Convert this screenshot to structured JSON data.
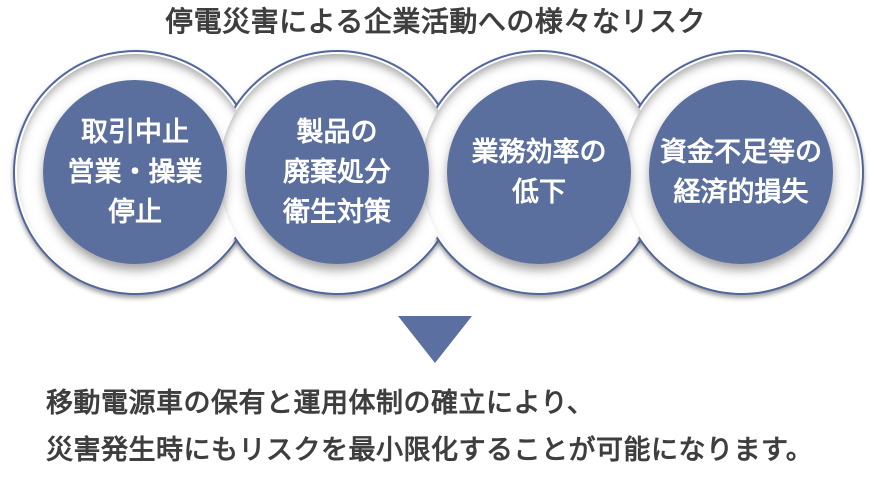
{
  "title": {
    "text": "停電災害による企業活動への様々なリスク"
  },
  "circles": {
    "items": [
      {
        "id": "risk-trade-stop",
        "lines": [
          "取引中止",
          "営業・操業",
          "停止"
        ]
      },
      {
        "id": "risk-product-waste",
        "lines": [
          "製品の",
          "廃棄処分",
          "衛生対策"
        ]
      },
      {
        "id": "risk-efficiency-drop",
        "lines": [
          "業務効率の",
          "低下"
        ]
      },
      {
        "id": "risk-economic-loss",
        "lines": [
          "資金不足等の",
          "経済的損失"
        ]
      }
    ]
  },
  "arrow": {
    "icon": "down-triangle-icon"
  },
  "conclusion": {
    "lines": [
      "移動電源車の保有と運用体制の確立により、",
      "災害発生時にもリスクを最小限化することが可能になります。"
    ]
  },
  "colors": {
    "circle_fill": "#5b6f9e",
    "circle_border": "#51669a",
    "ring_white": "#ffffff",
    "triangle": "#5b70a1",
    "text_dark": "#3e3e3e",
    "circle_text": "#ffffff"
  }
}
